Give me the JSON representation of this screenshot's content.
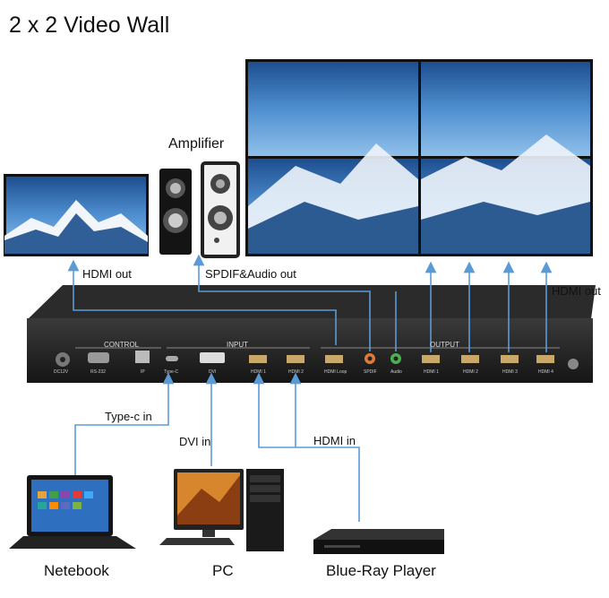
{
  "title": "2 x 2 Video Wall",
  "labels": {
    "amplifier": "Amplifier",
    "hdmi_out_left": "HDMI out",
    "spdif_audio_out": "SPDIF&Audio out",
    "hdmi_out_right": "HDMI out",
    "type_c_in": "Type-c in",
    "dvi_in": "DVI in",
    "hdmi_in": "HDMI in",
    "netebook": "Netebook",
    "pc": "PC",
    "blueray": "Blue-Ray Player"
  },
  "device": {
    "control": "CONTROL",
    "input": "INPUT",
    "output": "OUTPUT",
    "ports": {
      "dc": "DC12V",
      "rs232": "RS-232",
      "ip": "IP",
      "typec": "Type-C",
      "dvi": "DVI",
      "hdmi1": "HDMI 1",
      "hdmi2": "HDMI 2",
      "hdmiloop": "HDMI Loop",
      "spdif": "SPDIF",
      "audio": "Audio",
      "out1": "HDMI 1",
      "out2": "HDMI 2",
      "out3": "HDMI 3",
      "out4": "HDMI 4"
    }
  },
  "colors": {
    "arrow": "#5b9bd5",
    "device": "#1e1e1e",
    "sky": "#5aa0d8"
  }
}
